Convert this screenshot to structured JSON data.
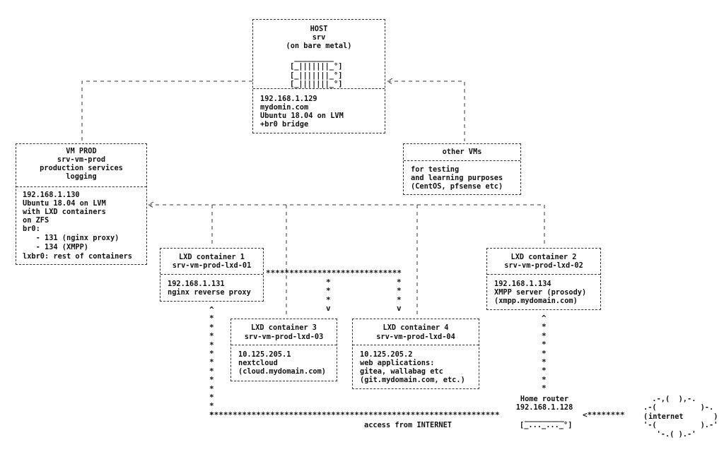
{
  "host": {
    "title": "HOST",
    "name": "srv",
    "subtitle": "(on bare metal)",
    "ip": "192.168.1.129",
    "domain": "mydomin.com",
    "os": "Ubuntu 18.04 on LVM",
    "bridge": "+br0 bridge"
  },
  "vm_prod": {
    "title": "VM PROD",
    "name": "srv-vm-prod",
    "desc1": "production services",
    "desc2": "logging",
    "details": [
      "192.168.1.130",
      "Ubuntu 18.04 on LVM",
      "with LXD containers",
      "on ZFS",
      "br0:",
      "   - 131 (nginx proxy)",
      "   - 134 (XMPP)",
      "lxbr0: rest of containers"
    ]
  },
  "other_vms": {
    "title": "other VMs",
    "details": [
      "for testing",
      "and learning purposes",
      "(CentOS, pfsense etc)"
    ]
  },
  "lxd1": {
    "title": "LXD container 1",
    "name": "srv-vm-prod-lxd-01",
    "details": [
      "192.168.1.131",
      "nginx reverse proxy"
    ]
  },
  "lxd2": {
    "title": "LXD container 2",
    "name": "srv-vm-prod-lxd-02",
    "details": [
      "192.168.1.134",
      "XMPP server (prosody)",
      "(xmpp.mydomain.com)"
    ]
  },
  "lxd3": {
    "title": "LXD container 3",
    "name": "srv-vm-prod-lxd-03",
    "details": [
      "10.125.205.1",
      "nextcloud",
      "(cloud.mydomain.com)"
    ]
  },
  "lxd4": {
    "title": "LXD container 4",
    "name": "srv-vm-prod-lxd-04",
    "details": [
      "10.125.205.2",
      "web applications:",
      "gitea, wallabag etc",
      "(git.mydomain.com, etc.)"
    ]
  },
  "router": {
    "title": "Home router",
    "ip": "192.168.1.128",
    "art": "[_..._..._°]"
  },
  "internet": {
    "label": "internet"
  },
  "access_label": "access from INTERNET"
}
